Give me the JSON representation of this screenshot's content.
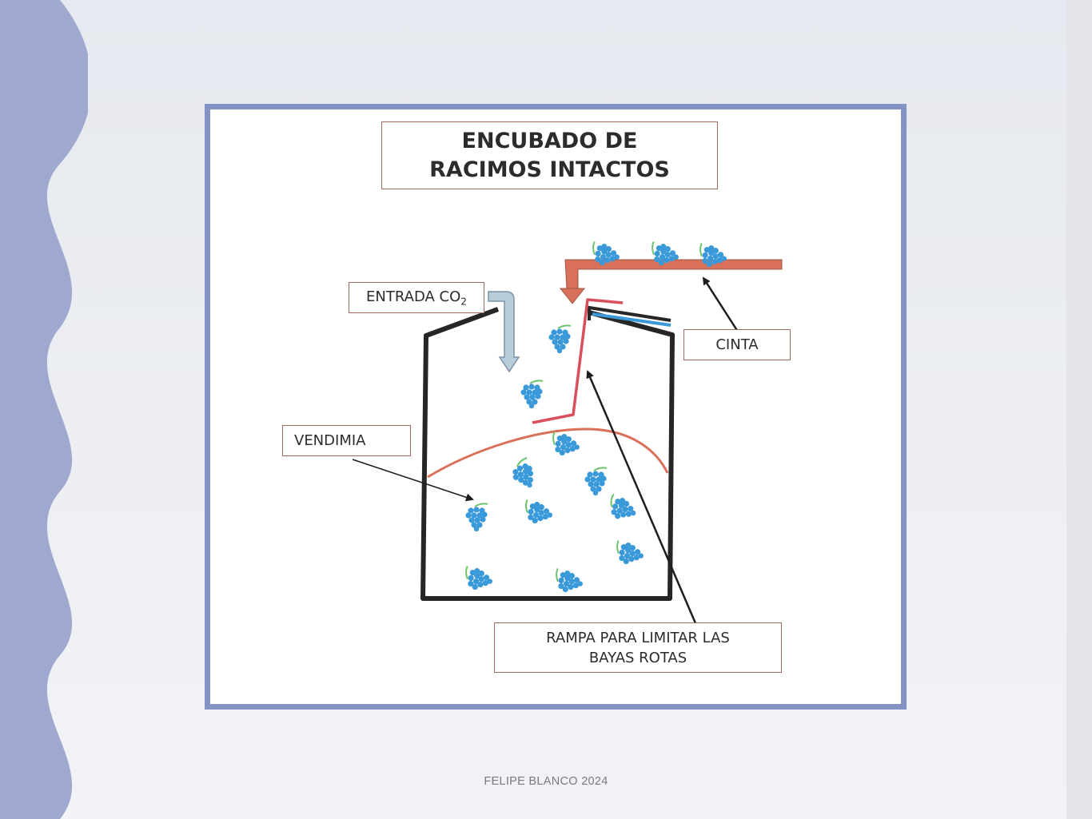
{
  "diagram": {
    "title_line1": "ENCUBADO DE",
    "title_line2": "RACIMOS INTACTOS",
    "labels": {
      "co2": "ENTRADA CO",
      "co2_sub": "2",
      "cinta": "CINTA",
      "vendimia": "VENDIMIA",
      "rampa_line1": "RAMPA PARA LIMITAR LAS",
      "rampa_line2": "BAYAS ROTAS"
    },
    "colors": {
      "accent": "#8593c4",
      "tank": "#262626",
      "belt": "#d9705a",
      "ramp": "#d9505c",
      "grape": "#3a9ad9",
      "co2_pipe": "#a7bccb"
    }
  },
  "footer": {
    "text": "FELIPE BLANCO 2024"
  }
}
